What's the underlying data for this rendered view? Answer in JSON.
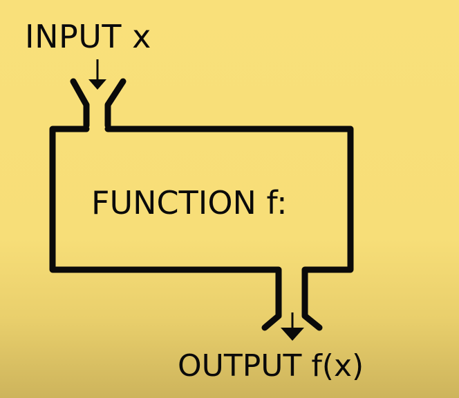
{
  "diagram": {
    "input_label": "INPUT x",
    "function_label": "FUNCTION f:",
    "output_label": "OUTPUT f(x)"
  },
  "colors": {
    "background": "#f9e07a",
    "stroke": "#0a0a0a"
  }
}
